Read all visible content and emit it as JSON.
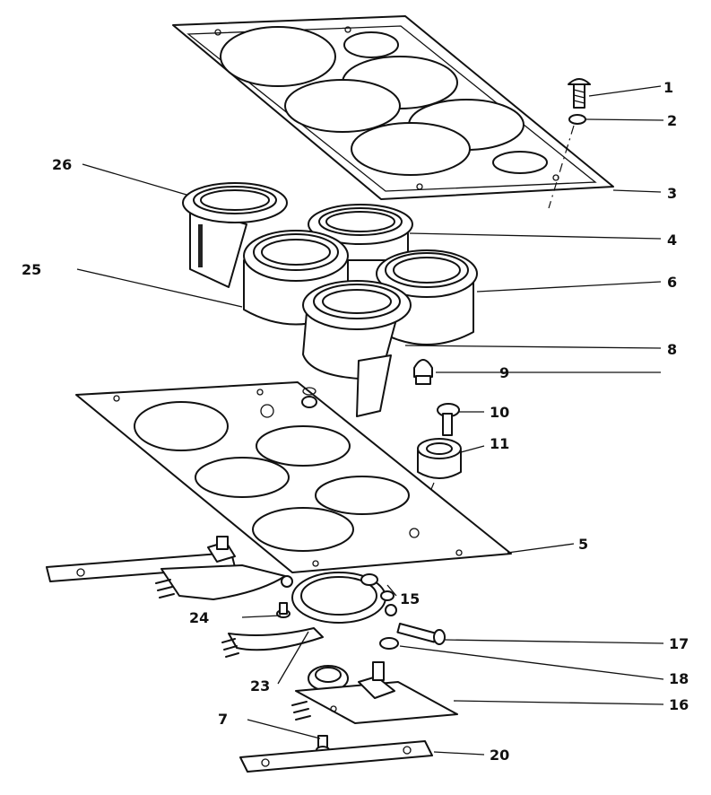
{
  "callouts": [
    {
      "id": "1",
      "label": "1"
    },
    {
      "id": "2",
      "label": "2"
    },
    {
      "id": "3",
      "label": "3"
    },
    {
      "id": "4",
      "label": "4"
    },
    {
      "id": "5",
      "label": "5"
    },
    {
      "id": "6",
      "label": "6"
    },
    {
      "id": "7",
      "label": "7"
    },
    {
      "id": "8",
      "label": "8"
    },
    {
      "id": "9",
      "label": "9"
    },
    {
      "id": "10",
      "label": "10"
    },
    {
      "id": "11",
      "label": "11"
    },
    {
      "id": "15",
      "label": "15"
    },
    {
      "id": "16",
      "label": "16"
    },
    {
      "id": "17",
      "label": "17"
    },
    {
      "id": "18",
      "label": "18"
    },
    {
      "id": "20",
      "label": "20"
    },
    {
      "id": "23",
      "label": "23"
    },
    {
      "id": "24",
      "label": "24"
    },
    {
      "id": "25",
      "label": "25"
    },
    {
      "id": "26",
      "label": "26"
    }
  ]
}
